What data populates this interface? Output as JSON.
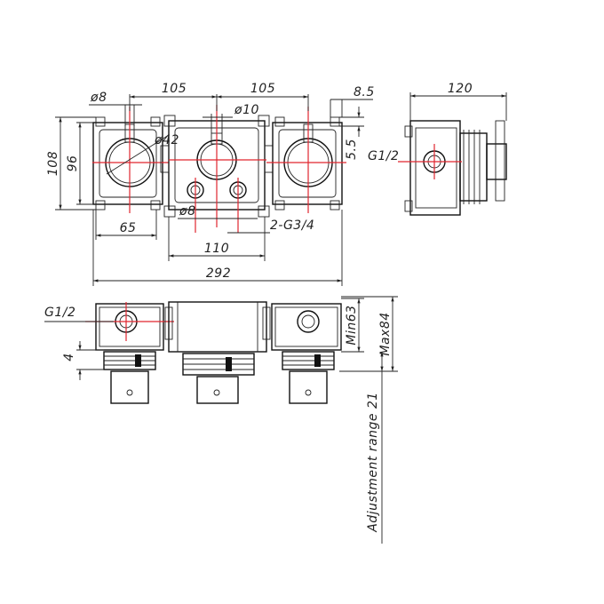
{
  "labels": {
    "dim_105_left": "105",
    "dim_105_right": "105",
    "dim_8_5": "8.5",
    "dim_120": "120",
    "dim_dia8_top": "ø8",
    "dim_dia10": "ø10",
    "dim_dia42": "ø42",
    "dim_108": "108",
    "dim_96": "96",
    "dim_5_5": "5.5",
    "dim_g12_side": "G1/2",
    "dim_dia8_bottom": "ø8",
    "dim_2g34": "2-G3/4",
    "dim_65": "65",
    "dim_110": "110",
    "dim_292": "292",
    "dim_g12_front": "G1/2",
    "dim_4": "4",
    "dim_min63": "Min63",
    "dim_max84": "Max84",
    "dim_adjust": "Adjustment range 21"
  }
}
